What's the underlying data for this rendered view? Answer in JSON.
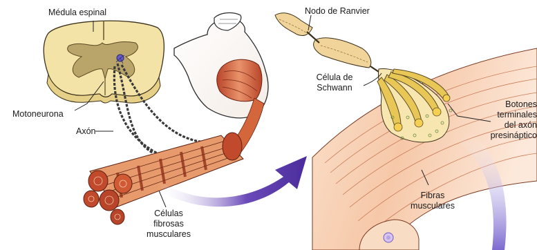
{
  "labels": {
    "spinal_cord": "Médula espinal",
    "motor_neuron": "Motoneurona",
    "axon": "Axón",
    "muscle_fiber_cells": [
      "Células",
      "fibrosas",
      "musculares"
    ],
    "node_of_ranvier": "Nodo de Ranvier",
    "schwann_cell": [
      "Célula de",
      "Schwann"
    ],
    "terminal_buttons": [
      "Botones",
      "terminales",
      "del axón",
      "presináptico"
    ],
    "muscle_fibers": [
      "Fibras",
      "musculares"
    ]
  },
  "colors": {
    "spinal_cord_fill": "#f3e3a6",
    "gray_matter": "#b9a46a",
    "muscle": "#c4542f",
    "muscle_light": "#e79a6b",
    "fiber_bundle": "#c24a2c",
    "terminal": "#e9c756",
    "arrow": "#5a39a8",
    "neuron_dot": "#6a5cc8",
    "skin_outline": "#2b2b2b"
  }
}
